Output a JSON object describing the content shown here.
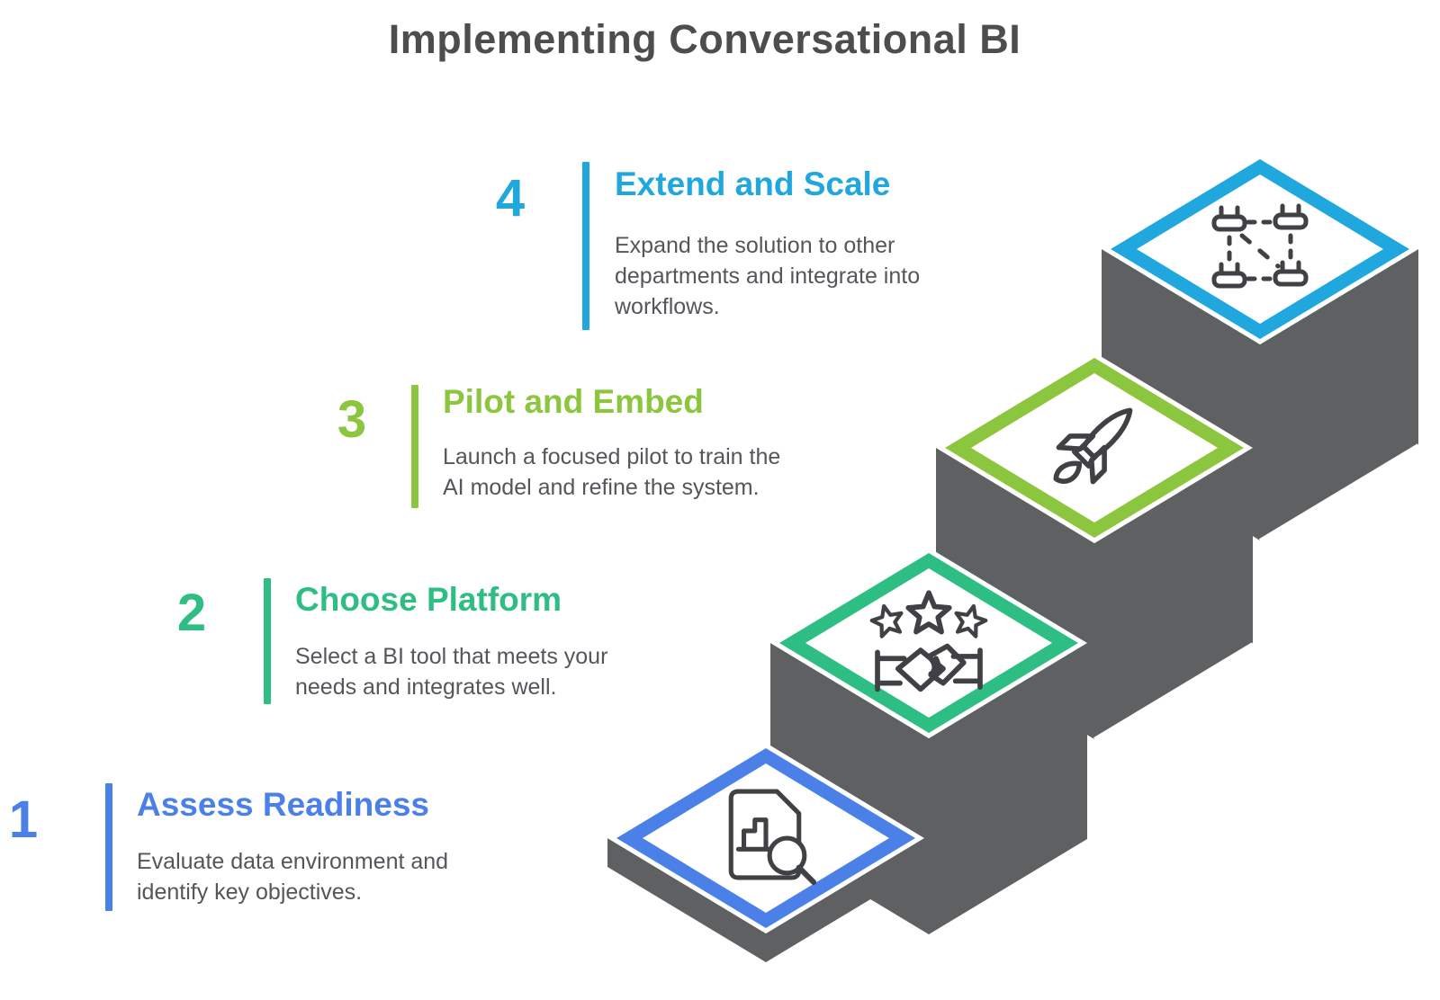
{
  "title": "Implementing Conversational BI",
  "palette": {
    "background": "#FFFFFF",
    "title_text": "#4D4D4D",
    "body_text": "#54565B",
    "step_side_gray": "#5F6061",
    "icon_stroke": "#3F4144"
  },
  "steps": [
    {
      "number": "1",
      "heading": "Assess Readiness",
      "description": "Evaluate data environment and\nidentify key objectives.",
      "color": "#4A80E8",
      "icon": "document-chart-search-icon"
    },
    {
      "number": "2",
      "heading": "Choose Platform",
      "description": "Select a BI tool that meets your\nneeds and integrates well.",
      "color": "#2EBE83",
      "icon": "stars-handshake-icon"
    },
    {
      "number": "3",
      "heading": "Pilot and Embed",
      "description": "Launch a focused pilot to train the\nAI model and refine the system.",
      "color": "#8CC63F",
      "icon": "rocket-icon"
    },
    {
      "number": "4",
      "heading": "Extend and Scale",
      "description": "Expand the solution to other\ndepartments and integrate into\nworkflows.",
      "color": "#1FA7DE",
      "icon": "plugs-network-icon"
    }
  ]
}
